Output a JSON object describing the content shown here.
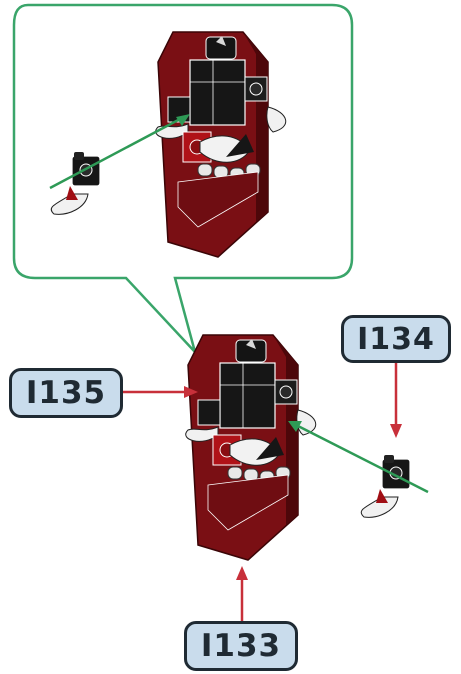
{
  "callouts": {
    "top_left": "I135",
    "top_right": "I134",
    "bottom": "I133"
  },
  "colors": {
    "frame": "#3aa56a",
    "arrow_red": "#c8303a",
    "arrow_green": "#2e9a56",
    "brick_red": "#7a0f14",
    "brick_dark": "#1a1414",
    "tag_fill": "#c9dcec"
  }
}
